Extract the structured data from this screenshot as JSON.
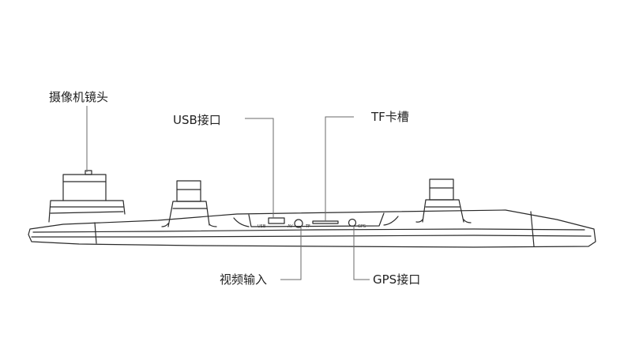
{
  "colors": {
    "background": "#ffffff",
    "outline": "#2a2a2a",
    "leader_line": "#6a6a6a",
    "label_text": "#222222"
  },
  "callouts": {
    "camera_lens": "摄像机镜头",
    "usb_port": "USB接口",
    "tf_slot": "TF卡槽",
    "video_input": "视频输入",
    "gps_port": "GPS接口"
  },
  "device_markings": {
    "usb": "USB",
    "av": "AV",
    "tf": "TF",
    "gps": "GPS"
  }
}
